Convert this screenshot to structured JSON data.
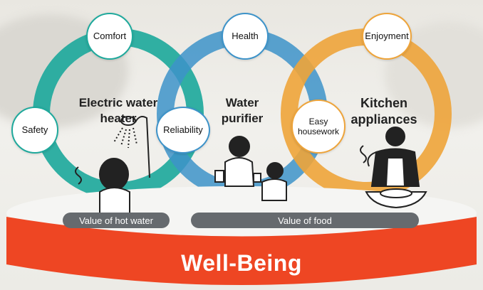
{
  "rings": [
    {
      "label_line1": "Electric water",
      "label_line2": "heater",
      "color": "#1fa99c"
    },
    {
      "label_line1": "Water",
      "label_line2": "purifier",
      "color": "#3d93c9"
    },
    {
      "label_line1": "Kitchen",
      "label_line2": "appliances",
      "color": "#eea43a"
    }
  ],
  "bubbles": {
    "comfort": "Comfort",
    "health": "Health",
    "enjoyment": "Enjoyment",
    "safety": "Safety",
    "reliability": "Reliability",
    "easy_line1": "Easy",
    "easy_line2": "housework"
  },
  "pills": {
    "hot_water": "Value of hot water",
    "food": "Value of food"
  },
  "base": {
    "title": "Well-Being",
    "color": "#ee4623"
  }
}
